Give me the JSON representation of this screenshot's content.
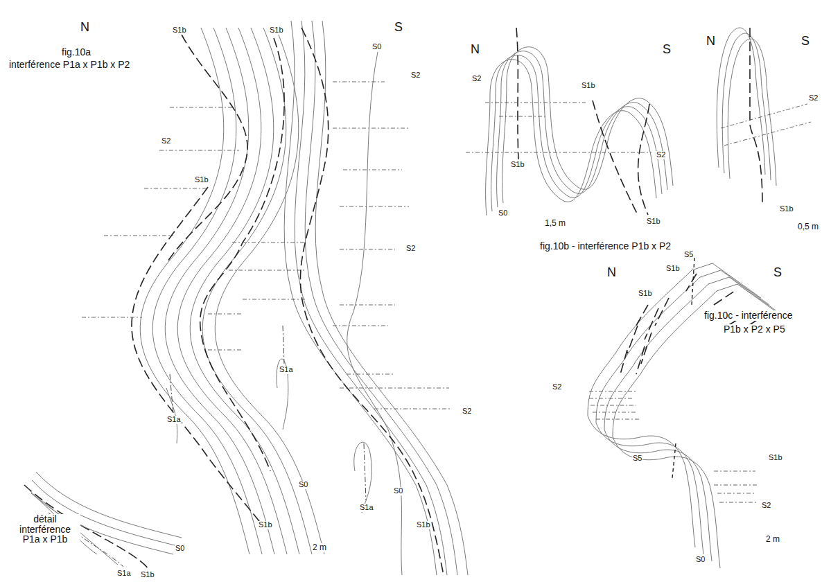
{
  "diagram": {
    "labels": [
      "N",
      "S",
      "fig.10a",
      "interférence P1a x P1b x P2",
      "S1b",
      "S1b",
      "S0",
      "S2",
      "S2",
      "S1b",
      "S2",
      "S1a",
      "S2",
      "S1a",
      "S0",
      "S0",
      "S1a",
      "S1b",
      "S1b",
      "2 m",
      "détail interférence P1a x P1b",
      "S1a",
      "S1b",
      "S0",
      "N",
      "S",
      "S2",
      "S1b",
      "S2",
      "S1b",
      "S0",
      "1,5 m",
      "S1b",
      "N",
      "S",
      "S2",
      "S1b",
      "0,5 m",
      "fig.10b - interférence P1b x P2",
      "S5",
      "N",
      "S1b",
      "S",
      "S1b",
      "fig.10c - interférence",
      "P1b x P2 x P5",
      "S2",
      "S1b",
      "S5",
      "S2",
      "2 m",
      "S0"
    ]
  }
}
